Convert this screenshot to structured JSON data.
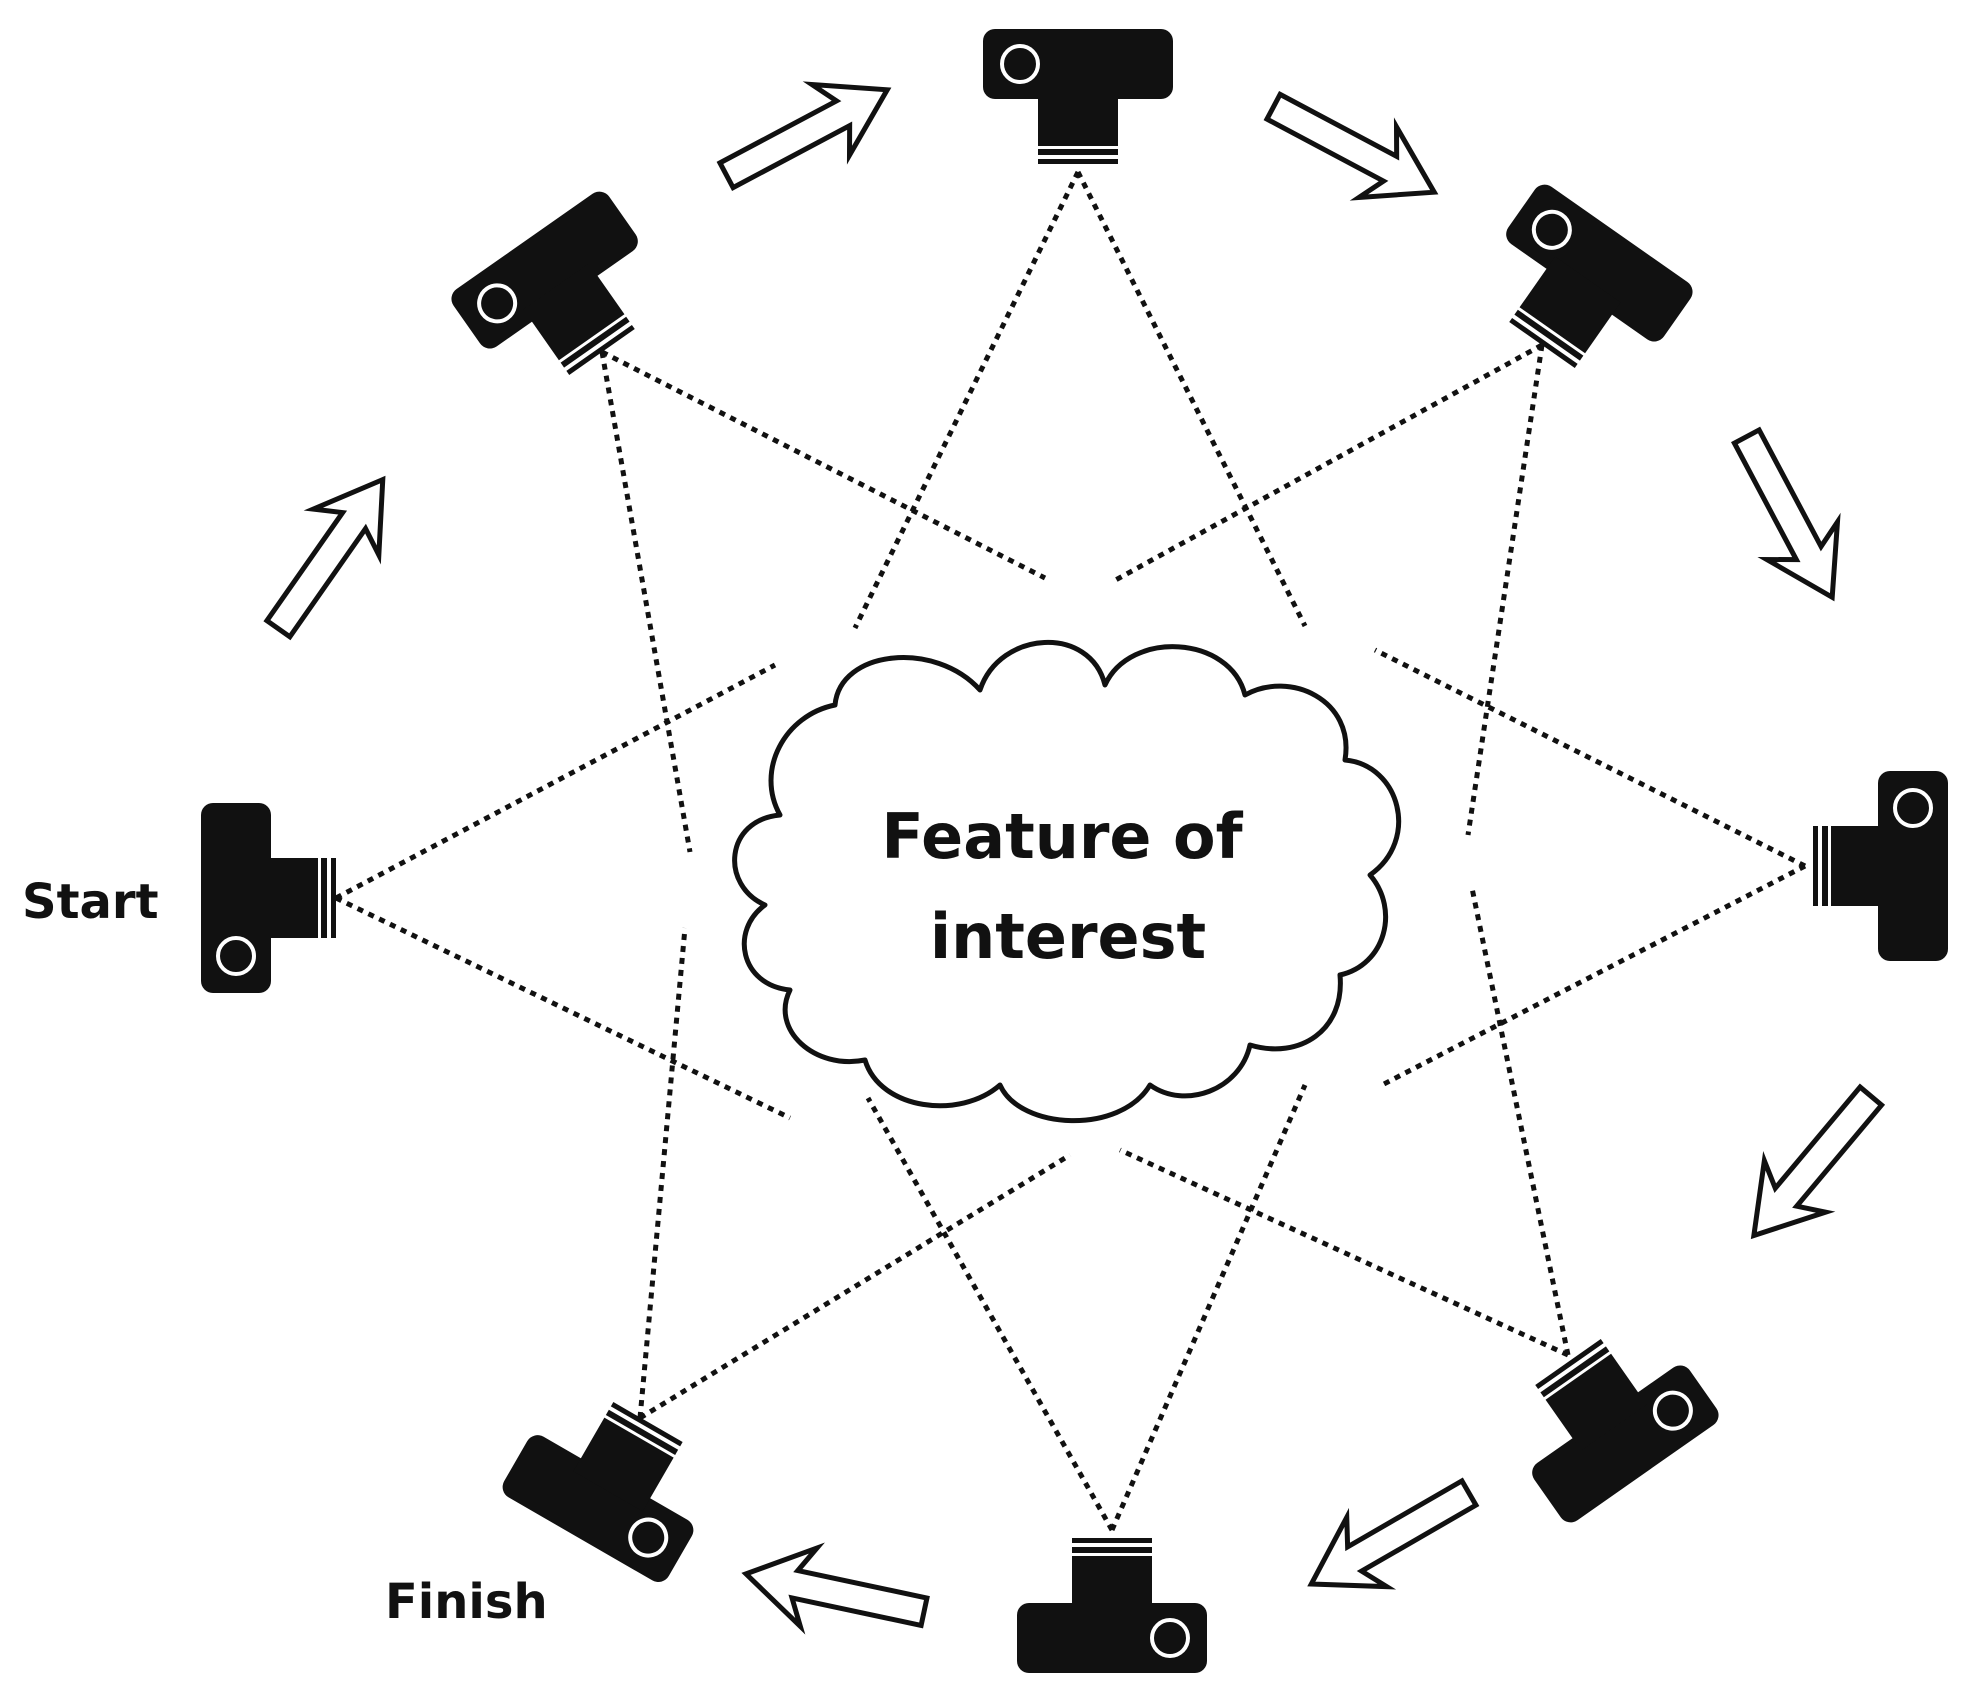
{
  "center": {
    "line1": "Feature of",
    "line2": "interest"
  },
  "labels": {
    "start": "Start",
    "finish": "Finish"
  },
  "colors": {
    "ink": "#111111",
    "background": "#ffffff"
  },
  "cameras": [
    {
      "id": "start",
      "icon": "camera-icon"
    },
    {
      "id": "upper-left",
      "icon": "camera-icon"
    },
    {
      "id": "top",
      "icon": "camera-icon"
    },
    {
      "id": "upper-right",
      "icon": "camera-icon"
    },
    {
      "id": "right",
      "icon": "camera-icon"
    },
    {
      "id": "lower-right",
      "icon": "camera-icon"
    },
    {
      "id": "bottom",
      "icon": "camera-icon"
    },
    {
      "id": "finish",
      "icon": "camera-icon"
    }
  ],
  "arrow_icon": "hollow-arrow-icon",
  "cloud_icon": "cloud-icon"
}
